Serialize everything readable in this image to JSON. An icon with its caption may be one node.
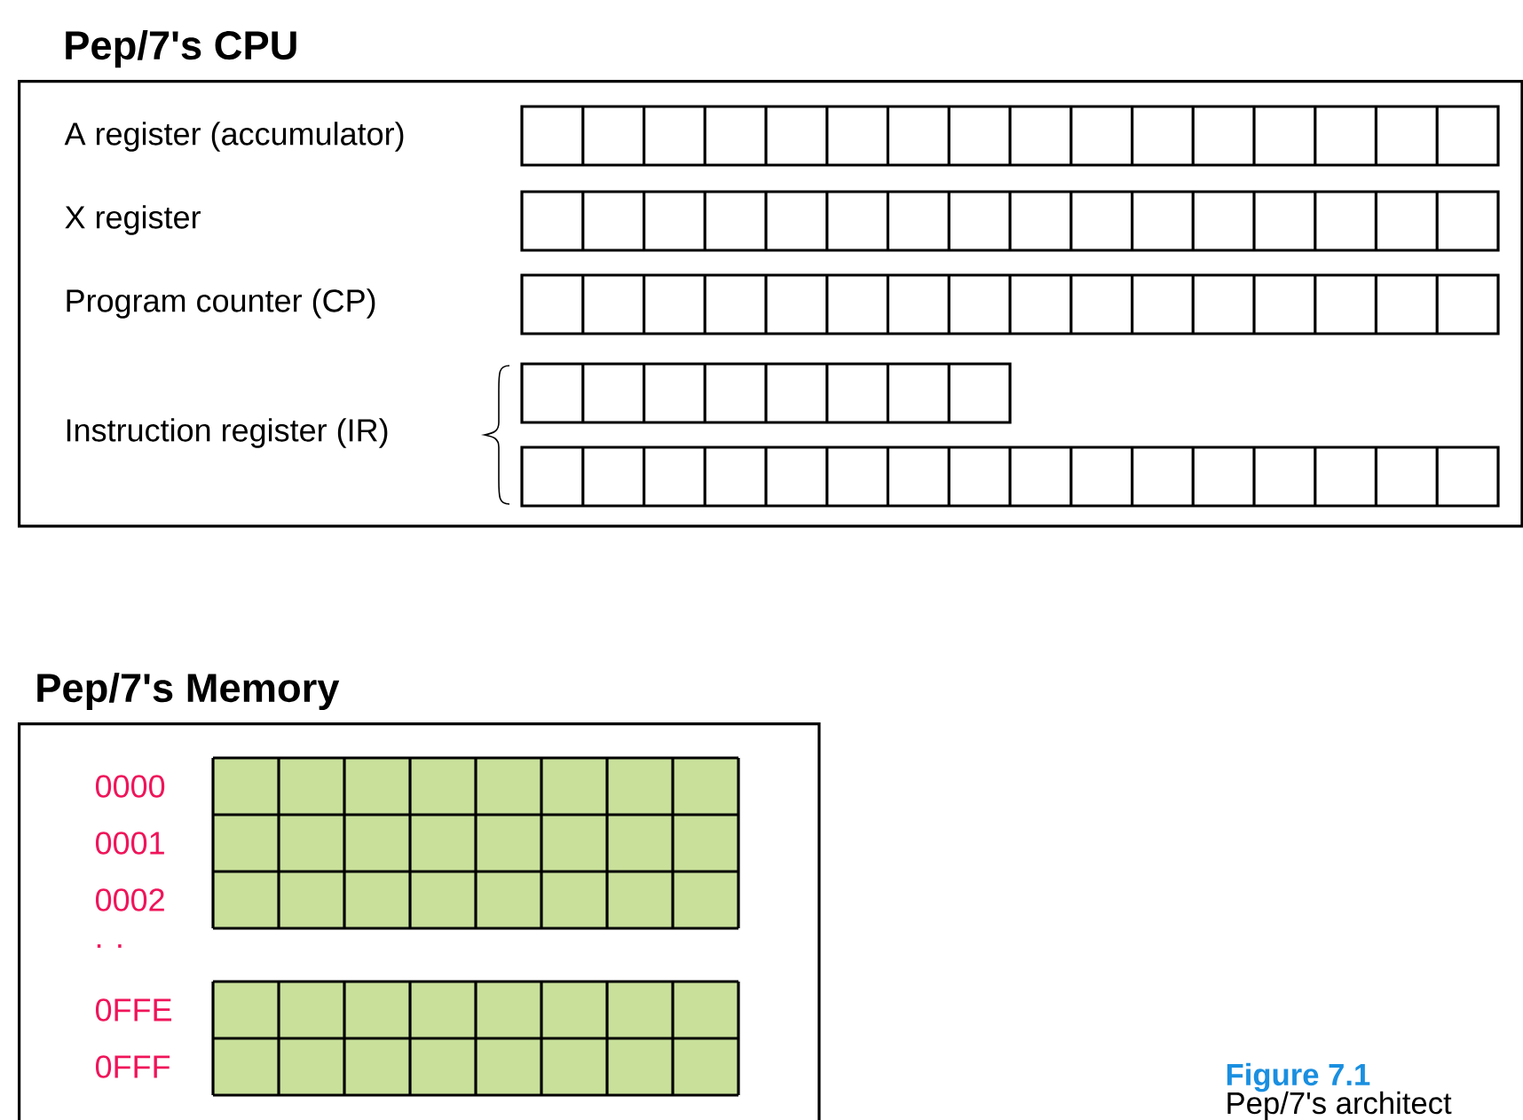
{
  "diagram": {
    "nodes": [
      {
        "text": [
          "Pep/7's CPU"
        ]
      },
      {
        "text": [
          "Pep/7's Memory"
        ]
      }
    ],
    "labels": [
      "A  register (accumulator)",
      "X  register",
      "Program counter (CP)",
      "Instruction register (IR)",
      "0000",
      "0001",
      "0002",
      ". .",
      "0FFE",
      "0FFF",
      "Figure 7.1",
      "Pep/7's architect"
    ]
  }
}
